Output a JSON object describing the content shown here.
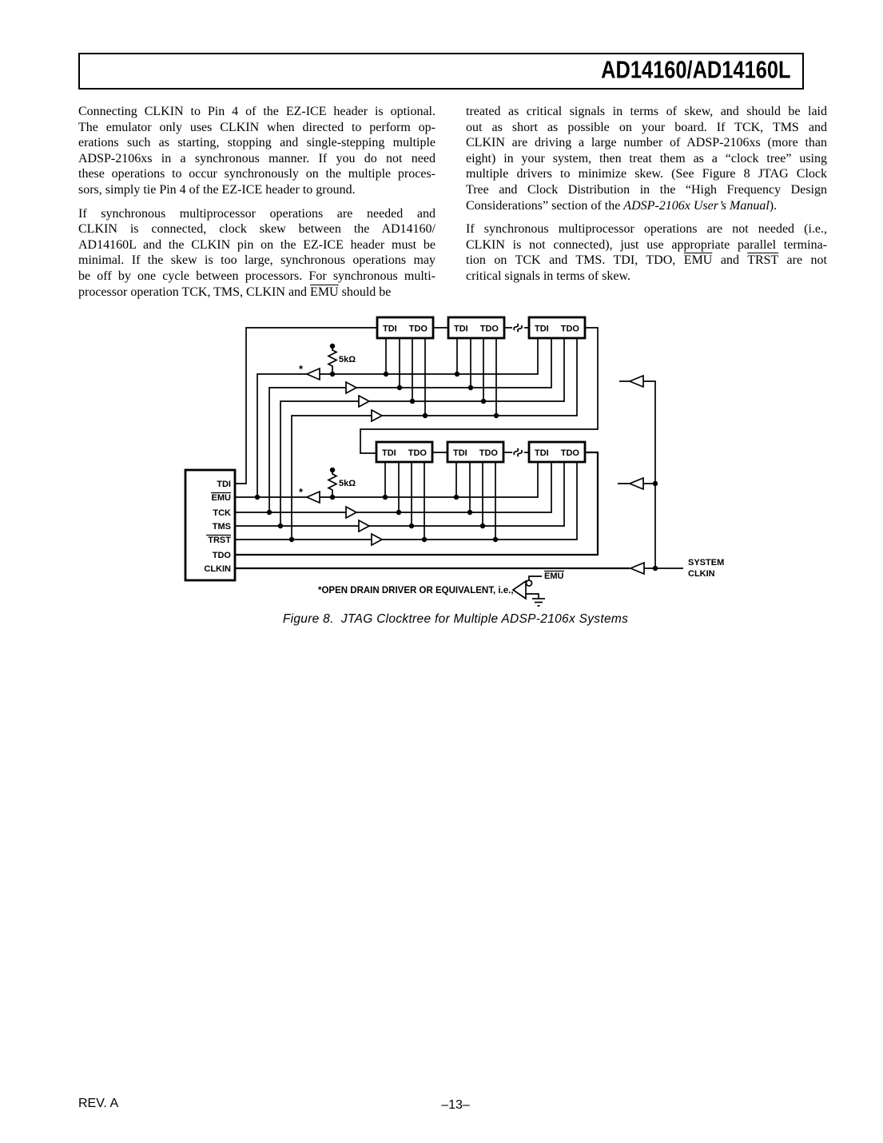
{
  "header": {
    "title": "AD14160/AD14160L"
  },
  "columns": {
    "left_p1": [
      "Connecting CLKIN to Pin 4 of the EZ-ICE header is optional.",
      "The emulator only uses CLKIN when directed to perform op-",
      "erations such as starting, stopping and single-stepping multiple",
      "ADSP-2106xs in a synchronous manner. If you do not need",
      "these operations to occur synchronously on the multiple proces-",
      "sors, simply tie Pin 4 of the EZ-ICE header to ground."
    ],
    "left_p2": [
      "If synchronous multiprocessor operations are needed and",
      "CLKIN is connected, clock skew between the AD14160/",
      "AD14160L and the CLKIN pin on the EZ-ICE header must be",
      "minimal. If the skew is too large, synchronous operations may",
      "be off by one cycle between processors. For synchronous multi-",
      [
        [
          "n",
          "processor operation TCK, TMS, CLKIN and "
        ],
        [
          "o",
          "EMU"
        ],
        [
          "n",
          " should be"
        ]
      ]
    ],
    "right_p1": [
      "treated as critical signals in terms of skew, and should be laid",
      "out as short as possible on your board. If TCK, TMS and",
      "CLKIN are driving a large number of ADSP-2106xs (more than",
      "eight) in your system, then treat them as a “clock tree” using",
      "multiple drivers to minimize skew. (See Figure 8 JTAG Clock",
      "Tree and Clock Distribution in the “High Frequency Design",
      [
        [
          "n",
          "Considerations” section of the "
        ],
        [
          "i",
          "ADSP-2106x User’s Manual"
        ],
        [
          "n",
          ")."
        ]
      ]
    ],
    "right_p2": [
      "If synchronous multiprocessor operations are not needed (i.e.,",
      "CLKIN is not connected), just use appropriate parallel termina-",
      [
        [
          "n",
          "tion on TCK and TMS. TDI, TDO, "
        ],
        [
          "o",
          "EMU"
        ],
        [
          "n",
          " and "
        ],
        [
          "o",
          "TRST"
        ],
        [
          "n",
          " are not"
        ]
      ],
      "critical signals in terms of skew."
    ]
  },
  "diagram": {
    "box_tdi": "TDI",
    "box_tdo": "TDO",
    "pin_tdi": "TDI",
    "pin_emu": "EMU",
    "pin_tck": "TCK",
    "pin_tms": "TMS",
    "pin_trst": "TRST",
    "pin_tdo": "TDO",
    "pin_clkin": "CLKIN",
    "resistor": "5kΩ",
    "asterisk": "*",
    "system_line1": "SYSTEM",
    "system_line2": "CLKIN",
    "note": "*OPEN DRAIN DRIVER OR EQUIVALENT, i.e.,",
    "note_emu": "EMU"
  },
  "figure": {
    "caption": "Figure 8.  JTAG Clocktree for Multiple ADSP-2106x Systems"
  },
  "footer": {
    "rev": "REV. A",
    "page": "–13–"
  }
}
